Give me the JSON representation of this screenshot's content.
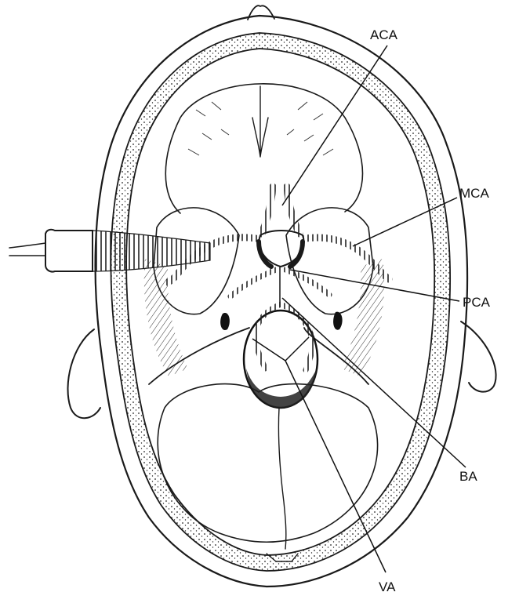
{
  "diagram": {
    "labels": {
      "aca": "ACA",
      "mca": "MCA",
      "pca": "PCA",
      "ba": "BA",
      "va": "VA"
    },
    "colors": {
      "ink": "#1a1a1a",
      "paper": "#ffffff"
    }
  }
}
